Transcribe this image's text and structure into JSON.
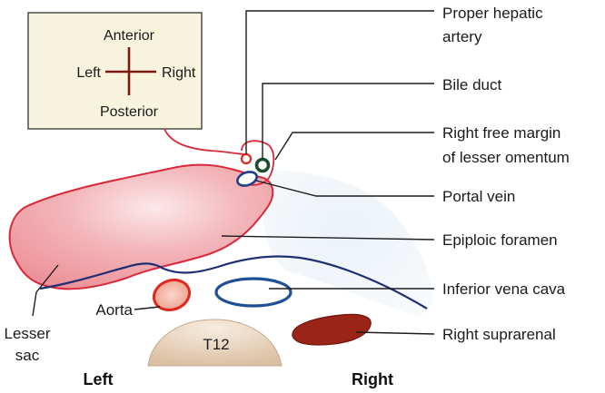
{
  "compass": {
    "anterior": "Anterior",
    "posterior": "Posterior",
    "left": "Left",
    "right": "Right"
  },
  "labels": {
    "proper_hepatic_artery": [
      "Proper hepatic",
      "artery"
    ],
    "bile_duct": "Bile duct",
    "right_free_margin": [
      "Right free margin",
      "of lesser omentum"
    ],
    "portal_vein": "Portal vein",
    "epiploic_foramen": "Epiploic foramen",
    "inferior_vena_cava": "Inferior vena cava",
    "right_suprarenal": "Right suprarenal",
    "aorta": "Aorta",
    "lesser_sac": [
      "Lesser",
      "sac"
    ],
    "t12": "T12",
    "side_left": "Left",
    "side_right": "Right"
  },
  "colors": {
    "compass_bg": "#f7f3dc",
    "compass_cross": "#7a1a10",
    "lesser_sac_fill": "#f0a3a8",
    "lesser_sac_outline": "#d8283a",
    "foramen_fill": "#dfe9f3",
    "ivc_outline": "#1f4f94",
    "aorta_outline": "#e0281e",
    "aorta_fill": "#f4b3a0",
    "artery_outline": "#e0281e",
    "bile_duct_outline": "#1e4a2e",
    "portal_vein_outline": "#1f3f8a",
    "suprarenal_fill": "#9a2418",
    "vertebra_fill": "#e8d2bc"
  }
}
